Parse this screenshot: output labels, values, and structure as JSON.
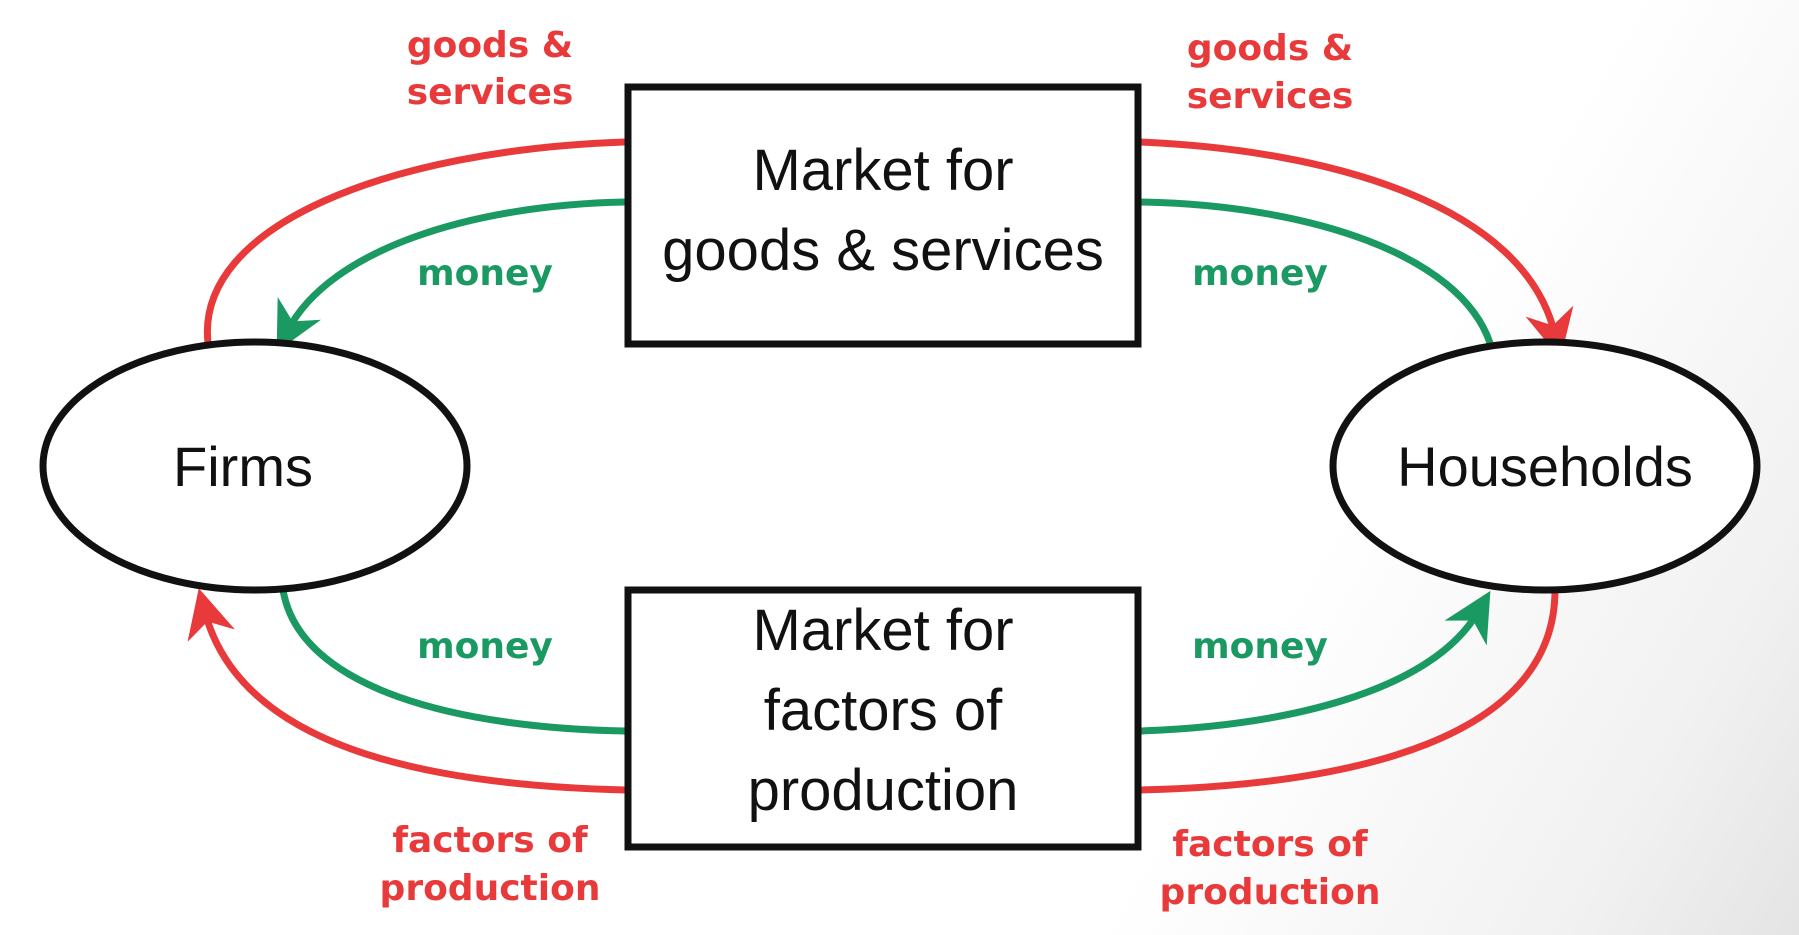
{
  "colors": {
    "goods_flow": "#e83a3a",
    "money_flow": "#1a9a62",
    "box_stroke": "#111111",
    "text": "#111111"
  },
  "nodes": {
    "firms": "Firms",
    "households": "Households"
  },
  "markets": {
    "goods": {
      "line1": "Market for",
      "line2": "goods & services"
    },
    "factors": {
      "line1": "Market for",
      "line2": "factors of",
      "line3": "production"
    }
  },
  "labels": {
    "top_left_goods": {
      "line1": "goods &",
      "line2": "services"
    },
    "top_right_goods": {
      "line1": "goods &",
      "line2": "services"
    },
    "top_left_money": "money",
    "top_right_money": "money",
    "bottom_left_money": "money",
    "bottom_right_money": "money",
    "bottom_left_factors": {
      "line1": "factors of",
      "line2": "production"
    },
    "bottom_right_factors": {
      "line1": "factors of",
      "line2": "production"
    }
  }
}
